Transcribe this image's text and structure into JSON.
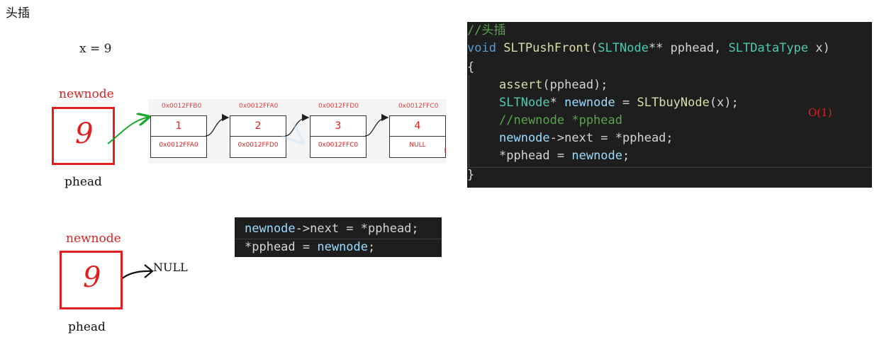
{
  "heading": "头插",
  "x_assign": "x = 9",
  "top_diagram": {
    "newnode_label": "newnode",
    "newnode_value": "9",
    "phead_label": "phead",
    "nodes": [
      {
        "addr": "0x0012FFB0",
        "value": "1",
        "next": "0x0012FFA0"
      },
      {
        "addr": "0x0012FFA0",
        "value": "2",
        "next": "0x0012FFD0"
      },
      {
        "addr": "0x0012FFD0",
        "value": "3",
        "next": "0x0012FFC0"
      },
      {
        "addr": "0x0012FFC0",
        "value": "4",
        "next": "NULL"
      }
    ]
  },
  "bottom_diagram": {
    "newnode_label": "newnode",
    "newnode_value": "9",
    "phead_label": "phead",
    "null_label": "NULL"
  },
  "code": {
    "comment_title": "//头插",
    "sig_void": "void",
    "sig_fn": "SLTPushFront",
    "sig_open": "(",
    "sig_type1": "SLTNode",
    "sig_ptr": "** ",
    "sig_param1": "pphead",
    "sig_comma": ", ",
    "sig_type2": "SLTDataType",
    "sig_param2": " x)",
    "brace_open": "{",
    "l1_fn": "assert",
    "l1_rest": "(pphead);",
    "l2_type": "SLTNode",
    "l2_star": "* ",
    "l2_var": "newnode",
    "l2_eq": " = ",
    "l2_fn": "SLTbuyNode",
    "l2_rest": "(x);",
    "l3_comment": "//newnode *pphead",
    "l4_var": "newnode",
    "l4_rest": "->next = *pphead;",
    "l5_pre": "*pphead = ",
    "l5_var": "newnode",
    "l5_end": ";",
    "brace_close": "}"
  },
  "complexity": "O(1)",
  "mini_code": {
    "m1_var": "newnode",
    "m1_rest": "->next = *pphead;",
    "m2_pre": "*pphead = ",
    "m2_var": "newnode",
    "m2_end": ";"
  }
}
